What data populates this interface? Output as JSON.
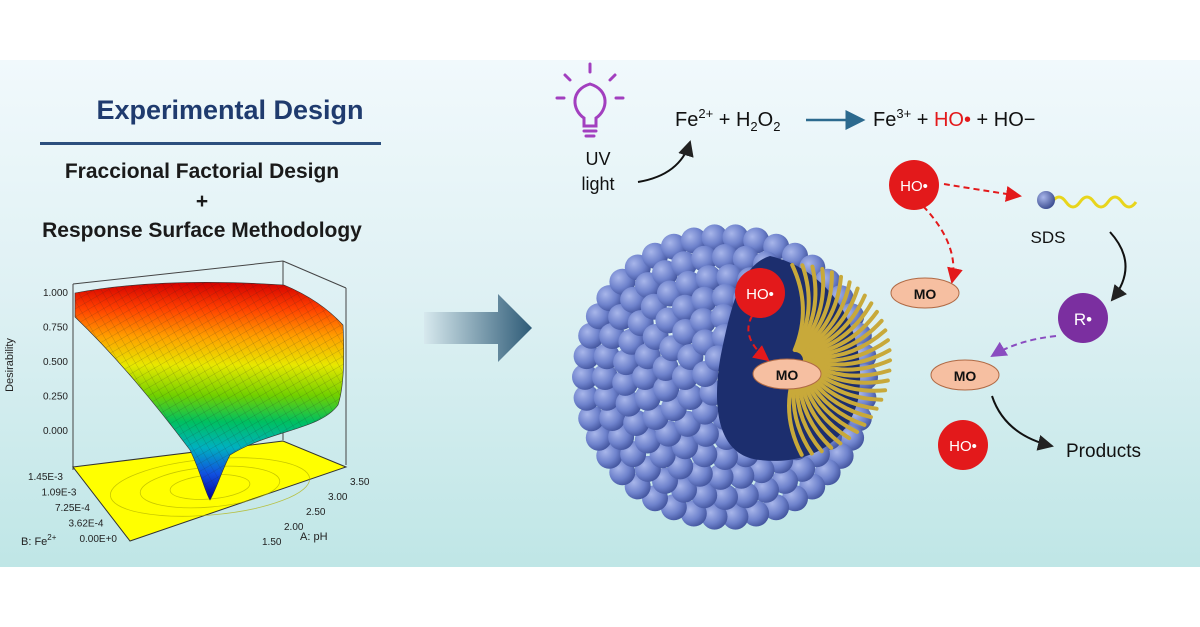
{
  "left_panel": {
    "title": "Experimental Design",
    "design_line1": "Fraccional Factorial Design",
    "plus": "+",
    "design_line2": "Response Surface Methodology"
  },
  "surface_plot": {
    "z_label": "Desirability",
    "z_ticks": [
      "1.000",
      "0.750",
      "0.500",
      "0.250",
      "0.000"
    ],
    "b_axis_label": "B: Fe",
    "b_axis_sup": "2+",
    "b_ticks": [
      "1.45E-3",
      "1.09E-3",
      "7.25E-4",
      "3.62E-4",
      "0.00E+0"
    ],
    "a_axis_label": "A: pH",
    "a_ticks": [
      "3.50",
      "3.00",
      "2.50",
      "2.00",
      "1.50"
    ]
  },
  "reaction": {
    "uv_line1": "UV",
    "uv_line2": "light",
    "fe": "Fe",
    "fe2_sup": "2+",
    "plus_h": " + H",
    "sub2a": "2",
    "o": "O",
    "sub2b": "2",
    "fe3": "Fe",
    "fe3_sup": "3+",
    "plus1": " + ",
    "ho_radical": "HO•",
    "plus2": " + ",
    "ho_minus": "HO",
    "minus": "−"
  },
  "micelle": {
    "ho_label": "HO•",
    "mo_label": "MO",
    "sds_label": "SDS",
    "r_label": "R•",
    "products_label": "Products"
  },
  "colors": {
    "title_blue": "#1f3b6e",
    "radical_red": "#e3191b",
    "mo_peach": "#f6bfa1",
    "r_purple": "#7b2fa0",
    "bulb_purple": "#a23fbf",
    "sphere_blue": "#6e82cc",
    "tail_gold": "#c8a93a",
    "arrow_blue": "#2c6a8e"
  }
}
